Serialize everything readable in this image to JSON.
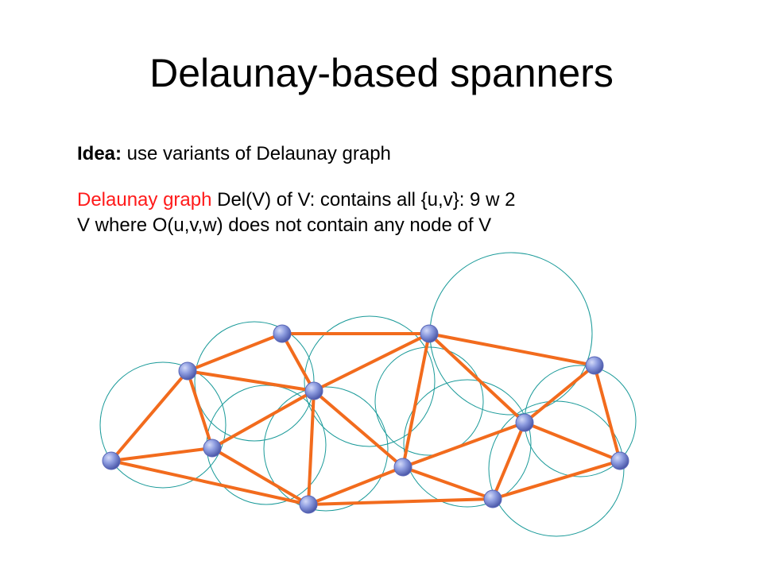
{
  "slide": {
    "title": "Delaunay-based spanners",
    "idea_label": "Idea:",
    "idea_text": " use variants of Delaunay graph",
    "def_highlight": "Delaunay graph",
    "def_line1": " Del(V) of V: contains all {u,v}: 9 w 2",
    "def_line2": "V where O(u,v,w) does not contain any node of V"
  },
  "diagram": {
    "colors": {
      "edge": "#f26b1d",
      "circle": "#1a9a99",
      "node_fill": "#8e9de0",
      "node_stroke": "#5a67b8"
    },
    "nodes": [
      "n1",
      "n2",
      "n3",
      "n4",
      "n5",
      "n6",
      "n7",
      "n8",
      "n9",
      "n10",
      "n11",
      "n12",
      "n13"
    ],
    "edges": [
      [
        "n1",
        "n2"
      ],
      [
        "n1",
        "n5"
      ],
      [
        "n1",
        "n6"
      ],
      [
        "n2",
        "n3"
      ],
      [
        "n2",
        "n4"
      ],
      [
        "n2",
        "n5"
      ],
      [
        "n3",
        "n4"
      ],
      [
        "n3",
        "n7"
      ],
      [
        "n4",
        "n5"
      ],
      [
        "n4",
        "n6"
      ],
      [
        "n4",
        "n7"
      ],
      [
        "n4",
        "n8"
      ],
      [
        "n5",
        "n6"
      ],
      [
        "n6",
        "n8"
      ],
      [
        "n6",
        "n11"
      ],
      [
        "n7",
        "n8"
      ],
      [
        "n7",
        "n9"
      ],
      [
        "n7",
        "n10"
      ],
      [
        "n8",
        "n10"
      ],
      [
        "n8",
        "n11"
      ],
      [
        "n9",
        "n10"
      ],
      [
        "n9",
        "n12"
      ],
      [
        "n10",
        "n11"
      ],
      [
        "n10",
        "n12"
      ],
      [
        "n11",
        "n12"
      ]
    ]
  }
}
